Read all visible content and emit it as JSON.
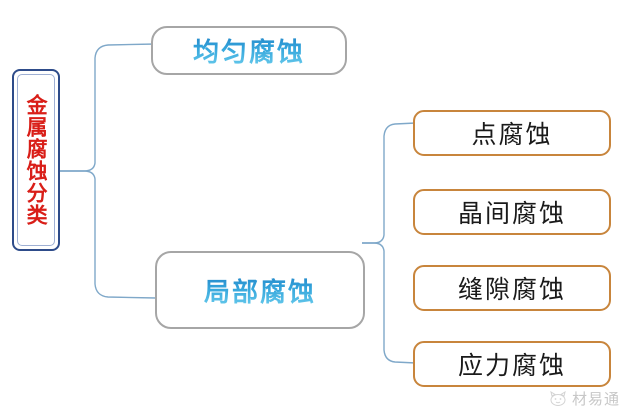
{
  "diagram": {
    "title": "金属腐蚀分类",
    "root": {
      "label": "金属腐蚀分类",
      "text_color": "#D91E18",
      "border_color": "#2E4C8A"
    },
    "level2": [
      {
        "label": "均匀腐蚀",
        "border_color": "#A6A6A6",
        "text_color": "#35A6DC"
      },
      {
        "label": "局部腐蚀",
        "border_color": "#A6A6A6",
        "text_color": "#35A6DC"
      }
    ],
    "level3": [
      {
        "label": "点腐蚀",
        "border_color": "#C8853C",
        "text_color": "#1a1a1a"
      },
      {
        "label": "晶间腐蚀",
        "border_color": "#C8853C",
        "text_color": "#1a1a1a"
      },
      {
        "label": "缝隙腐蚀",
        "border_color": "#C8853C",
        "text_color": "#1a1a1a"
      },
      {
        "label": "应力腐蚀",
        "border_color": "#C8853C",
        "text_color": "#1a1a1a"
      }
    ],
    "connectors": [
      {
        "name": "brace-left",
        "from": "金属腐蚀分类",
        "to": [
          "均匀腐蚀",
          "局部腐蚀"
        ],
        "color": "#7FA8C9"
      },
      {
        "name": "brace-right",
        "from": "局部腐蚀",
        "to": [
          "点腐蚀",
          "晶间腐蚀",
          "缝隙腐蚀",
          "应力腐蚀"
        ],
        "color": "#7FA8C9"
      }
    ]
  },
  "watermark": {
    "text": "材易通",
    "icon": "cat-logo-icon",
    "color": "#9a9a9a"
  }
}
